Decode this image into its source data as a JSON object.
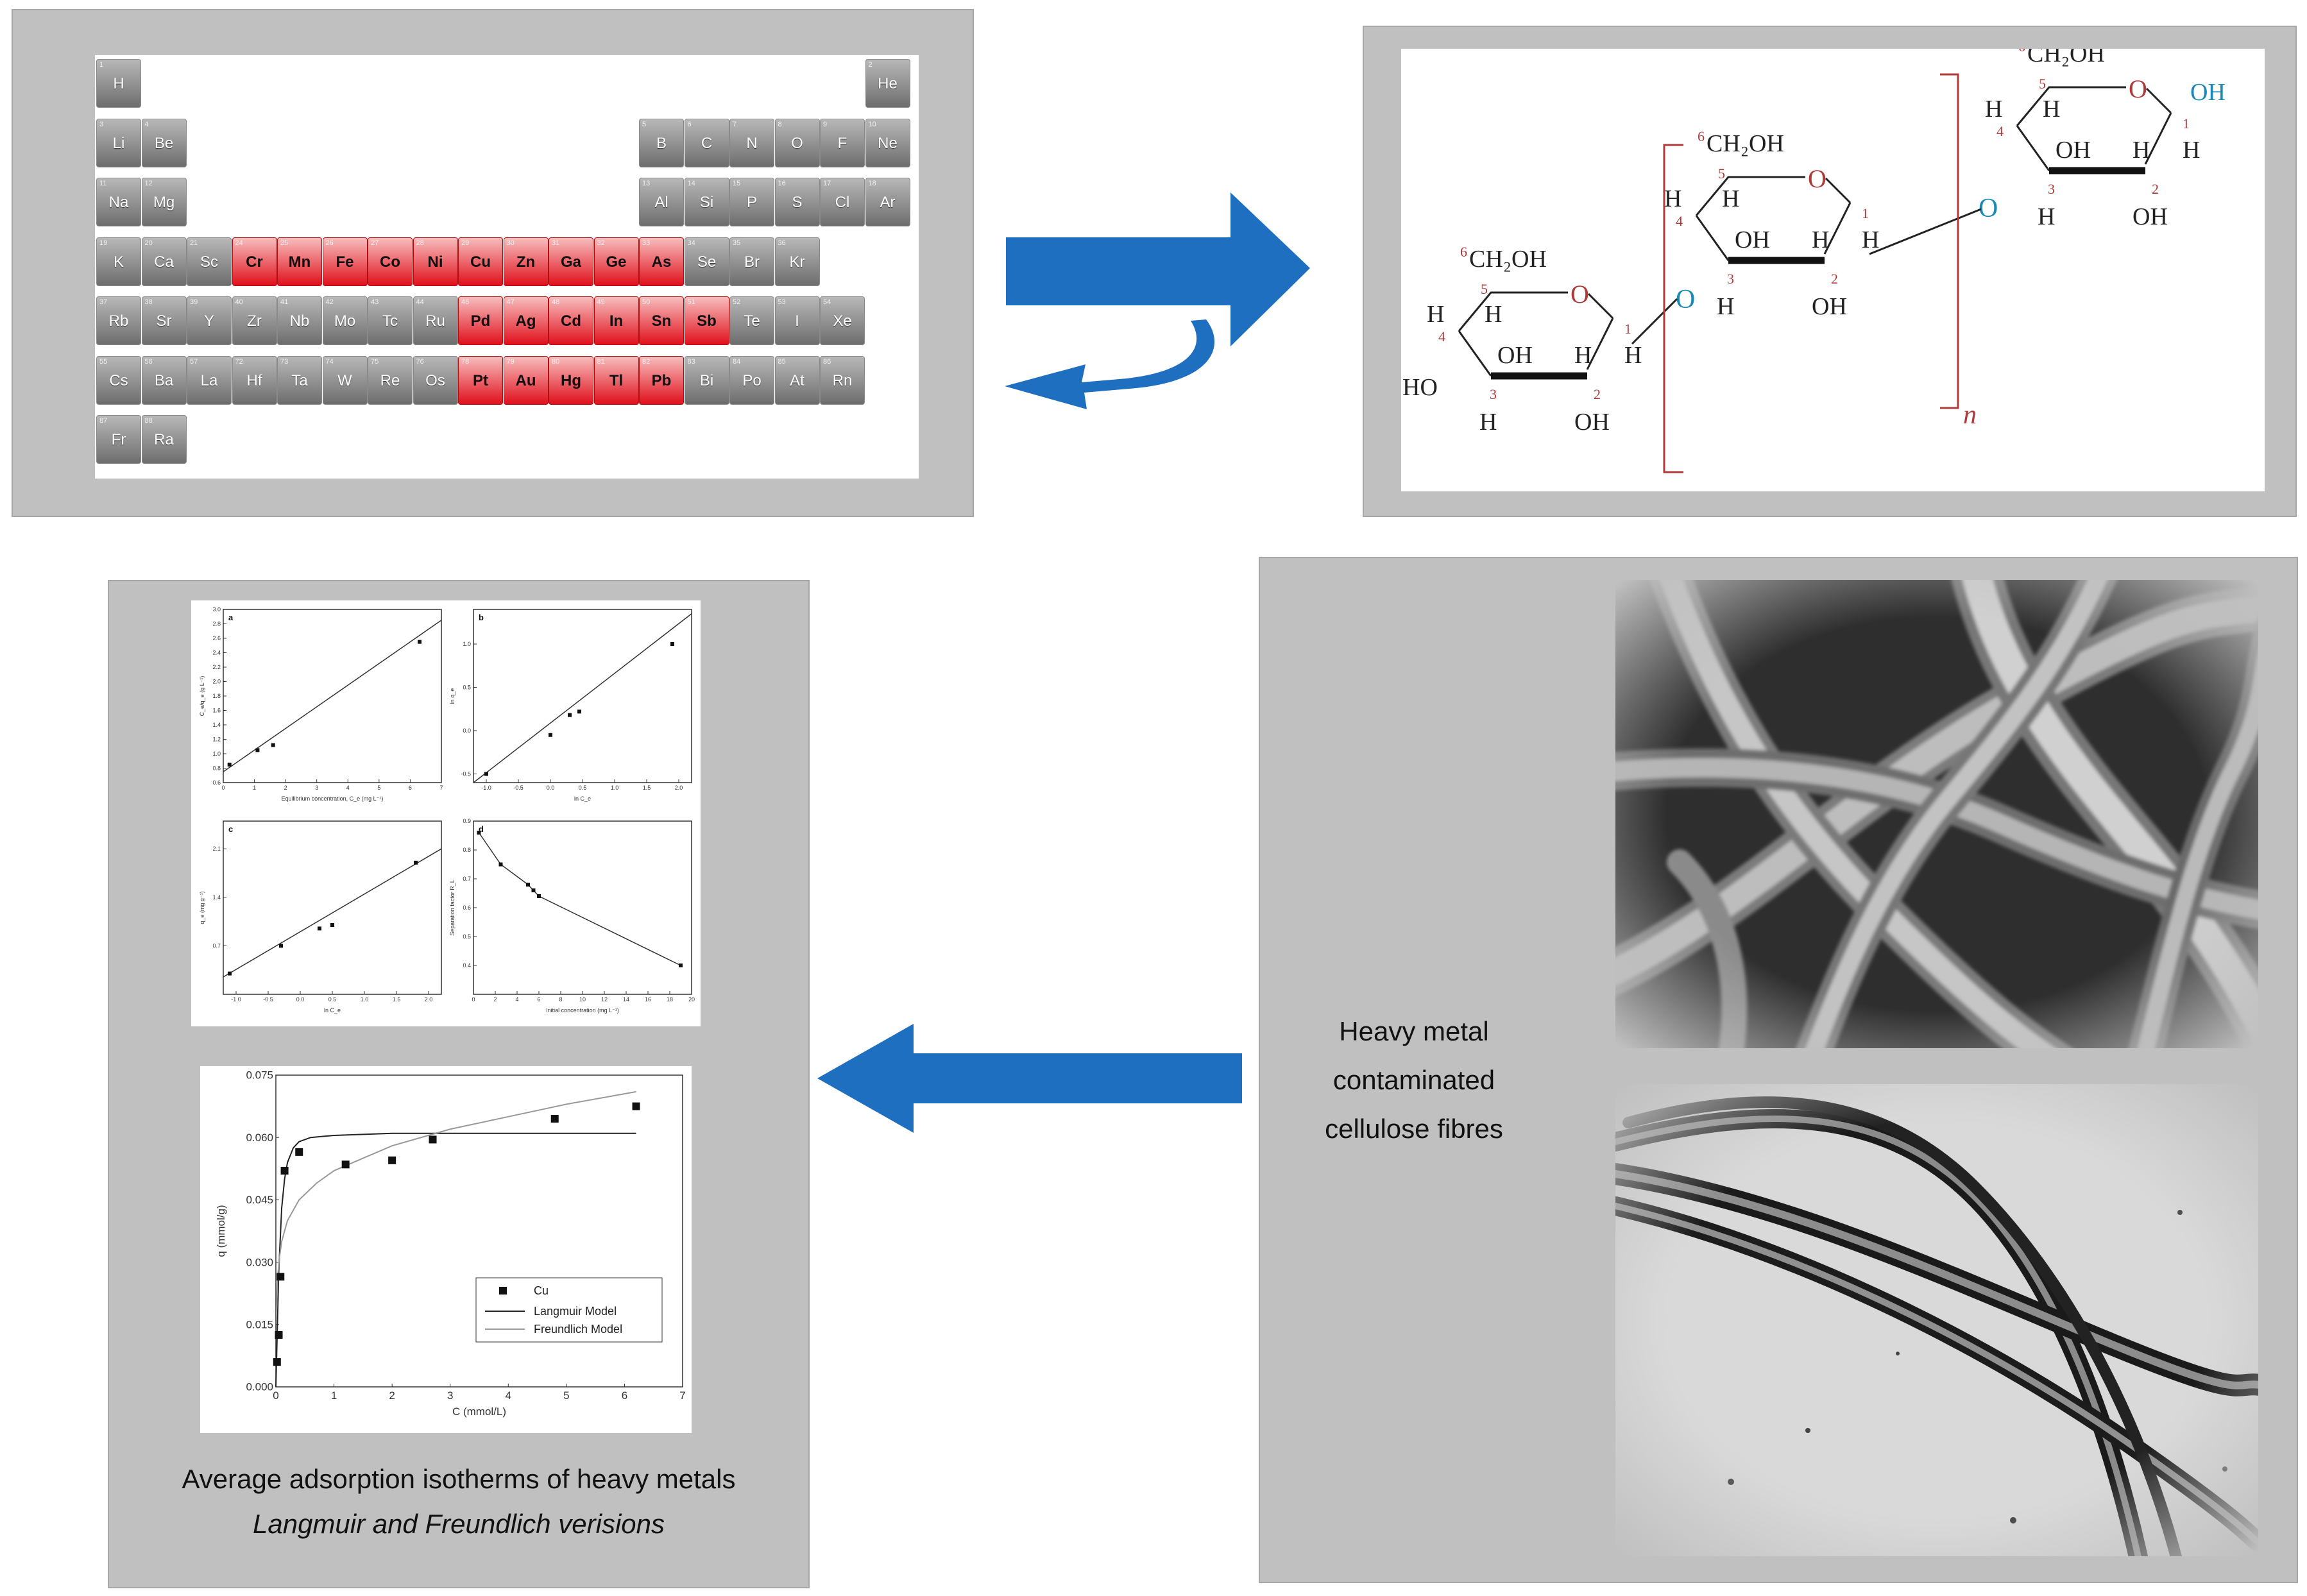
{
  "periodic_table": {
    "elements": [
      {
        "sym": "H",
        "num": "1",
        "c": 0,
        "r": 0
      },
      {
        "sym": "He",
        "num": "2",
        "c": 17,
        "r": 0
      },
      {
        "sym": "Li",
        "num": "3",
        "c": 0,
        "r": 1
      },
      {
        "sym": "Be",
        "num": "4",
        "c": 1,
        "r": 1
      },
      {
        "sym": "B",
        "num": "5",
        "c": 12,
        "r": 1
      },
      {
        "sym": "C",
        "num": "6",
        "c": 13,
        "r": 1
      },
      {
        "sym": "N",
        "num": "7",
        "c": 14,
        "r": 1
      },
      {
        "sym": "O",
        "num": "8",
        "c": 15,
        "r": 1
      },
      {
        "sym": "F",
        "num": "9",
        "c": 16,
        "r": 1
      },
      {
        "sym": "Ne",
        "num": "10",
        "c": 17,
        "r": 1
      },
      {
        "sym": "Na",
        "num": "11",
        "c": 0,
        "r": 2
      },
      {
        "sym": "Mg",
        "num": "12",
        "c": 1,
        "r": 2
      },
      {
        "sym": "Al",
        "num": "13",
        "c": 12,
        "r": 2
      },
      {
        "sym": "Si",
        "num": "14",
        "c": 13,
        "r": 2
      },
      {
        "sym": "P",
        "num": "15",
        "c": 14,
        "r": 2
      },
      {
        "sym": "S",
        "num": "16",
        "c": 15,
        "r": 2
      },
      {
        "sym": "Cl",
        "num": "17",
        "c": 16,
        "r": 2
      },
      {
        "sym": "Ar",
        "num": "18",
        "c": 17,
        "r": 2
      },
      {
        "sym": "K",
        "num": "19",
        "c": 0,
        "r": 3
      },
      {
        "sym": "Ca",
        "num": "20",
        "c": 1,
        "r": 3
      },
      {
        "sym": "Sc",
        "num": "21",
        "c": 2,
        "r": 3
      },
      {
        "sym": "Cr",
        "num": "24",
        "c": 3,
        "r": 3,
        "hl": true
      },
      {
        "sym": "Mn",
        "num": "25",
        "c": 4,
        "r": 3,
        "hl": true
      },
      {
        "sym": "Fe",
        "num": "26",
        "c": 5,
        "r": 3,
        "hl": true
      },
      {
        "sym": "Co",
        "num": "27",
        "c": 6,
        "r": 3,
        "hl": true
      },
      {
        "sym": "Ni",
        "num": "28",
        "c": 7,
        "r": 3,
        "hl": true
      },
      {
        "sym": "Cu",
        "num": "29",
        "c": 8,
        "r": 3,
        "hl": true
      },
      {
        "sym": "Zn",
        "num": "30",
        "c": 9,
        "r": 3,
        "hl": true
      },
      {
        "sym": "Ga",
        "num": "31",
        "c": 10,
        "r": 3,
        "hl": true
      },
      {
        "sym": "Ge",
        "num": "32",
        "c": 11,
        "r": 3,
        "hl": true
      },
      {
        "sym": "As",
        "num": "33",
        "c": 12,
        "r": 3,
        "hl": true
      },
      {
        "sym": "Se",
        "num": "34",
        "c": 13,
        "r": 3
      },
      {
        "sym": "Br",
        "num": "35",
        "c": 14,
        "r": 3
      },
      {
        "sym": "Kr",
        "num": "36",
        "c": 15,
        "r": 3
      },
      {
        "sym": "Rb",
        "num": "37",
        "c": 0,
        "r": 4
      },
      {
        "sym": "Sr",
        "num": "38",
        "c": 1,
        "r": 4
      },
      {
        "sym": "Y",
        "num": "39",
        "c": 2,
        "r": 4
      },
      {
        "sym": "Zr",
        "num": "40",
        "c": 3,
        "r": 4
      },
      {
        "sym": "Nb",
        "num": "41",
        "c": 4,
        "r": 4
      },
      {
        "sym": "Mo",
        "num": "42",
        "c": 5,
        "r": 4
      },
      {
        "sym": "Tc",
        "num": "43",
        "c": 6,
        "r": 4
      },
      {
        "sym": "Ru",
        "num": "44",
        "c": 7,
        "r": 4
      },
      {
        "sym": "Pd",
        "num": "46",
        "c": 8,
        "r": 4,
        "hl": true
      },
      {
        "sym": "Ag",
        "num": "47",
        "c": 9,
        "r": 4,
        "hl": true
      },
      {
        "sym": "Cd",
        "num": "48",
        "c": 10,
        "r": 4,
        "hl": true
      },
      {
        "sym": "In",
        "num": "49",
        "c": 11,
        "r": 4,
        "hl": true
      },
      {
        "sym": "Sn",
        "num": "50",
        "c": 12,
        "r": 4,
        "hl": true
      },
      {
        "sym": "Sb",
        "num": "51",
        "c": 13,
        "r": 4,
        "hl": true
      },
      {
        "sym": "Te",
        "num": "52",
        "c": 14,
        "r": 4
      },
      {
        "sym": "I",
        "num": "53",
        "c": 15,
        "r": 4
      },
      {
        "sym": "Xe",
        "num": "54",
        "c": 16,
        "r": 4
      },
      {
        "sym": "Cs",
        "num": "55",
        "c": 0,
        "r": 5
      },
      {
        "sym": "Ba",
        "num": "56",
        "c": 1,
        "r": 5
      },
      {
        "sym": "La",
        "num": "57",
        "c": 2,
        "r": 5
      },
      {
        "sym": "Hf",
        "num": "72",
        "c": 3,
        "r": 5
      },
      {
        "sym": "Ta",
        "num": "73",
        "c": 4,
        "r": 5
      },
      {
        "sym": "W",
        "num": "74",
        "c": 5,
        "r": 5
      },
      {
        "sym": "Re",
        "num": "75",
        "c": 6,
        "r": 5
      },
      {
        "sym": "Os",
        "num": "76",
        "c": 7,
        "r": 5
      },
      {
        "sym": "Pt",
        "num": "78",
        "c": 8,
        "r": 5,
        "hl": true
      },
      {
        "sym": "Au",
        "num": "79",
        "c": 9,
        "r": 5,
        "hl": true
      },
      {
        "sym": "Hg",
        "num": "80",
        "c": 10,
        "r": 5,
        "hl": true
      },
      {
        "sym": "Tl",
        "num": "81",
        "c": 11,
        "r": 5,
        "hl": true
      },
      {
        "sym": "Pb",
        "num": "82",
        "c": 12,
        "r": 5,
        "hl": true
      },
      {
        "sym": "Bi",
        "num": "83",
        "c": 13,
        "r": 5
      },
      {
        "sym": "Po",
        "num": "84",
        "c": 14,
        "r": 5
      },
      {
        "sym": "At",
        "num": "85",
        "c": 15,
        "r": 5
      },
      {
        "sym": "Rn",
        "num": "86",
        "c": 16,
        "r": 5
      },
      {
        "sym": "Fr",
        "num": "87",
        "c": 0,
        "r": 6
      },
      {
        "sym": "Ra",
        "num": "88",
        "c": 1,
        "r": 6
      }
    ]
  },
  "cellulose": {
    "ch2oh": "CH₂OH",
    "oh": "OH",
    "h": "H",
    "ho": "HO",
    "o": "O",
    "n": "n",
    "six": "6",
    "nums": [
      "1",
      "2",
      "3",
      "4",
      "5"
    ]
  },
  "fibres": {
    "label_lines": [
      "Heavy metal",
      "contaminated",
      "cellulose fibres"
    ]
  },
  "caption": {
    "line1": "Average adsorption isotherms of heavy metals",
    "line2": "Langmuir and Freundlich verisions"
  },
  "colors": {
    "arrow": "#1f6fc0",
    "highlight": "#e0101c",
    "panel": "#c0c0c0",
    "bracket": "#b03a3a",
    "oxygen_blue": "#1a8ab5"
  },
  "chart_data": [
    {
      "type": "scatter",
      "panel_label": "a",
      "xlabel": "Equilibrium concentration, C_e (mg L⁻¹)",
      "ylabel": "C_e/q_e (g L⁻¹)",
      "xlim": [
        0,
        7
      ],
      "ylim": [
        0.6,
        3.0
      ],
      "xticks": [
        "0",
        "1",
        "2",
        "3",
        "4",
        "5",
        "6",
        "7"
      ],
      "yticks": [
        "0.6",
        "0.8",
        "1.0",
        "1.2",
        "1.4",
        "1.6",
        "1.8",
        "2.0",
        "2.2",
        "2.4",
        "2.6",
        "2.8",
        "3.0"
      ],
      "x": [
        0.2,
        1.1,
        1.6,
        6.3
      ],
      "y": [
        0.85,
        1.05,
        1.12,
        2.55
      ],
      "fit": [
        [
          0,
          0.75
        ],
        [
          7,
          2.85
        ]
      ]
    },
    {
      "type": "scatter",
      "panel_label": "b",
      "xlabel": "ln C_e",
      "ylabel": "ln q_e",
      "xlim": [
        -1.2,
        2.2
      ],
      "ylim": [
        -0.6,
        1.4
      ],
      "xticks": [
        "-1.0",
        "-0.5",
        "0.0",
        "0.5",
        "1.0",
        "1.5",
        "2.0"
      ],
      "yticks": [
        "-0.5",
        "0.0",
        "0.5",
        "1.0"
      ],
      "x": [
        -1.0,
        0.0,
        0.3,
        0.45,
        1.9
      ],
      "y": [
        -0.5,
        -0.05,
        0.18,
        0.22,
        1.0
      ],
      "fit": [
        [
          -1.2,
          -0.6
        ],
        [
          2.2,
          1.35
        ]
      ]
    },
    {
      "type": "scatter",
      "panel_label": "c",
      "xlabel": "ln C_e",
      "ylabel": "q_e (mg g⁻¹)",
      "xlim": [
        -1.2,
        2.2
      ],
      "ylim": [
        0.0,
        2.5
      ],
      "xticks": [
        "-1.0",
        "-0.5",
        "0.0",
        "0.5",
        "1.0",
        "1.5",
        "2.0"
      ],
      "yticks": [
        "0.7",
        "1.4",
        "2.1"
      ],
      "x": [
        -1.1,
        -0.3,
        0.3,
        0.5,
        1.8
      ],
      "y": [
        0.3,
        0.7,
        0.95,
        1.0,
        1.9
      ],
      "fit": [
        [
          -1.2,
          0.25
        ],
        [
          2.2,
          2.1
        ]
      ]
    },
    {
      "type": "line",
      "panel_label": "d",
      "xlabel": "Initial concentration (mg L⁻¹)",
      "ylabel": "Separation factor R_L",
      "xlim": [
        0,
        20
      ],
      "ylim": [
        0.3,
        0.9
      ],
      "xticks": [
        "0",
        "2",
        "4",
        "6",
        "8",
        "10",
        "12",
        "14",
        "16",
        "18",
        "20"
      ],
      "yticks": [
        "0.4",
        "0.5",
        "0.6",
        "0.7",
        "0.8",
        "0.9"
      ],
      "x": [
        0.5,
        2.5,
        5,
        5.5,
        6,
        19
      ],
      "y": [
        0.86,
        0.75,
        0.68,
        0.66,
        0.64,
        0.4
      ]
    },
    {
      "type": "scatter",
      "xlabel": "C (mmol/L)",
      "ylabel": "q (mmol/g)",
      "xlim": [
        0,
        7
      ],
      "ylim": [
        0,
        0.075
      ],
      "xticks": [
        "0",
        "1",
        "2",
        "3",
        "4",
        "5",
        "6",
        "7"
      ],
      "yticks": [
        "0.000",
        "0.015",
        "0.030",
        "0.045",
        "0.060",
        "0.075"
      ],
      "series": [
        {
          "name": "Cu",
          "x": [
            0.02,
            0.05,
            0.08,
            0.15,
            0.4,
            1.2,
            2.0,
            2.7,
            4.8,
            6.2
          ],
          "y": [
            0.006,
            0.0125,
            0.0265,
            0.052,
            0.0565,
            0.0535,
            0.0545,
            0.0595,
            0.0645,
            0.0675
          ]
        },
        {
          "name": "Langmuir Model",
          "x": [
            0,
            0.05,
            0.1,
            0.15,
            0.2,
            0.3,
            0.4,
            0.6,
            1,
            2,
            3,
            4,
            5,
            6.2
          ],
          "y": [
            0,
            0.028,
            0.043,
            0.05,
            0.054,
            0.0575,
            0.059,
            0.06,
            0.0605,
            0.061,
            0.061,
            0.061,
            0.061,
            0.061
          ]
        },
        {
          "name": "Freundlich Model",
          "x": [
            0.01,
            0.03,
            0.06,
            0.1,
            0.2,
            0.4,
            0.7,
            1,
            1.5,
            2,
            3,
            4,
            5,
            6.2
          ],
          "y": [
            0.018,
            0.026,
            0.031,
            0.035,
            0.04,
            0.045,
            0.049,
            0.052,
            0.055,
            0.058,
            0.062,
            0.065,
            0.068,
            0.071
          ]
        }
      ]
    }
  ]
}
